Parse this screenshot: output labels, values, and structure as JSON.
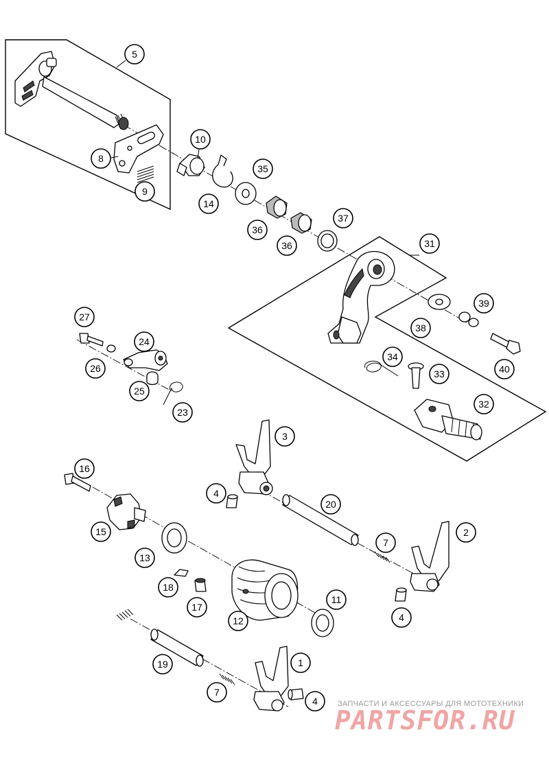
{
  "callouts": [
    "1",
    "2",
    "3",
    "4",
    "4",
    "4",
    "5",
    "7",
    "7",
    "8",
    "9",
    "10",
    "11",
    "12",
    "13",
    "14",
    "15",
    "16",
    "17",
    "18",
    "19",
    "20",
    "23",
    "24",
    "25",
    "26",
    "27",
    "31",
    "32",
    "33",
    "34",
    "35",
    "36",
    "36",
    "37",
    "38",
    "39",
    "40"
  ],
  "watermark": {
    "subtitle": "ЗАПЧАСТИ И АКСЕССУАРЫ ДЛЯ МОТОТЕХНИКИ",
    "brand": "PARTSFOR.RU"
  },
  "colors": {
    "line": "#000000",
    "background": "#ffffff",
    "watermark_brand": "#f0a5a5",
    "watermark_text": "#999999"
  }
}
